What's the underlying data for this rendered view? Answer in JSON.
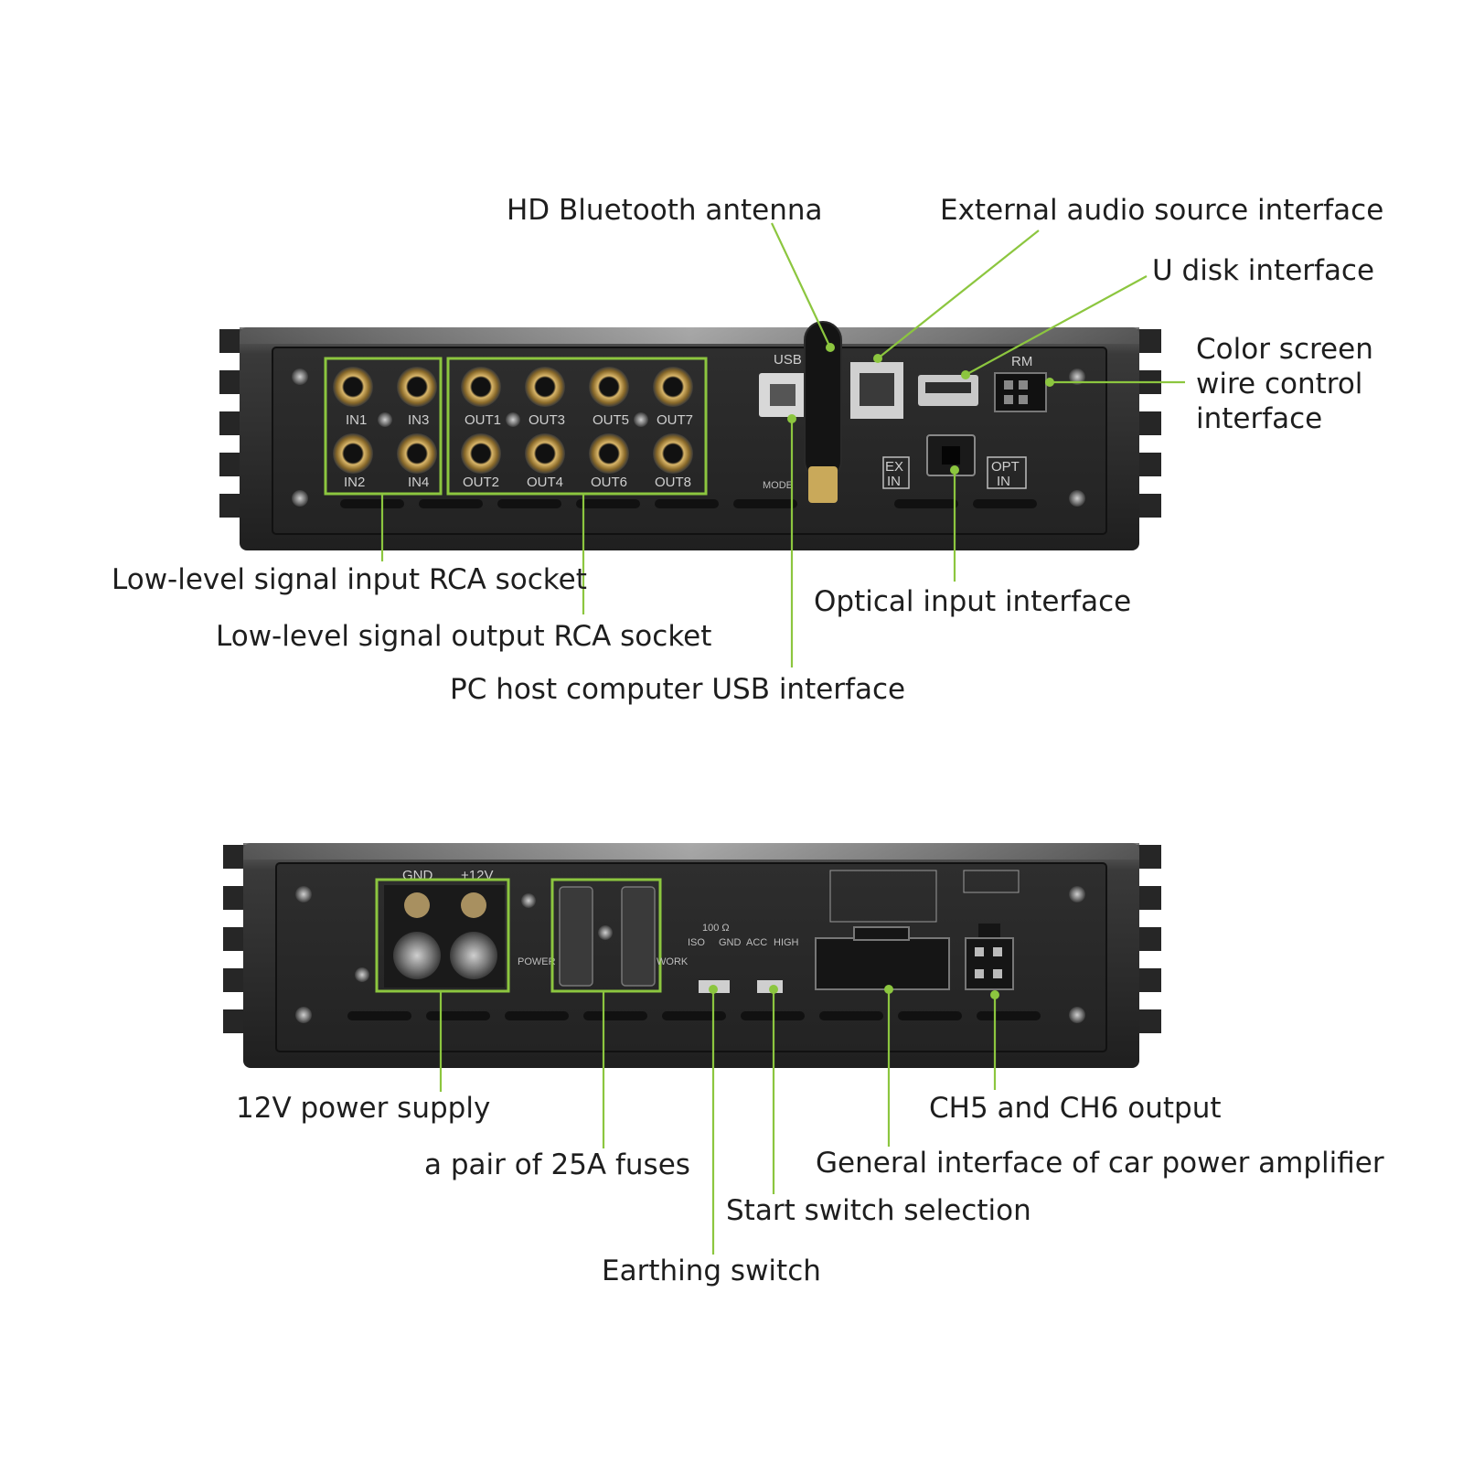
{
  "callouts": {
    "antenna": "HD Bluetooth antenna",
    "external_audio": "External audio source interface",
    "u_disk": "U disk interface",
    "color_screen_1": "Color screen",
    "color_screen_2": "wire control",
    "color_screen_3": "interface",
    "rca_in": "Low-level signal input RCA socket",
    "rca_out": "Low-level signal output RCA socket",
    "optical": "Optical input interface",
    "usb_pc": "PC host computer USB interface",
    "power_supply": "12V power supply",
    "fuses": "a pair of 25A fuses",
    "ch56": "CH5 and CH6 output",
    "general_interface": "General interface of car power amplifier",
    "start_switch": "Start switch selection",
    "earthing": "Earthing switch"
  },
  "top_panel": {
    "inputs": [
      "IN1",
      "IN3",
      "IN2",
      "IN4"
    ],
    "outputs": [
      "OUT1",
      "OUT3",
      "OUT5",
      "OUT7",
      "OUT2",
      "OUT4",
      "OUT6",
      "OUT8"
    ],
    "usb_label": "USB",
    "rm_label": "RM",
    "ex_in": [
      "EX",
      "IN"
    ],
    "opt_in": [
      "OPT",
      "IN"
    ],
    "mode_label": "MODE"
  },
  "bottom_panel": {
    "gnd_label": "GND",
    "v12_label": "+12V",
    "power_label": "POWER",
    "work_label": "WORK",
    "ohm_label": "100 Ω",
    "iso_label": "ISO",
    "gnd2_label": "GND",
    "acc_label": "ACC",
    "high_label": "HIGH"
  },
  "colors": {
    "accent": "#8cc63f",
    "chassis": "#2b2b2b",
    "background": "#ffffff"
  }
}
